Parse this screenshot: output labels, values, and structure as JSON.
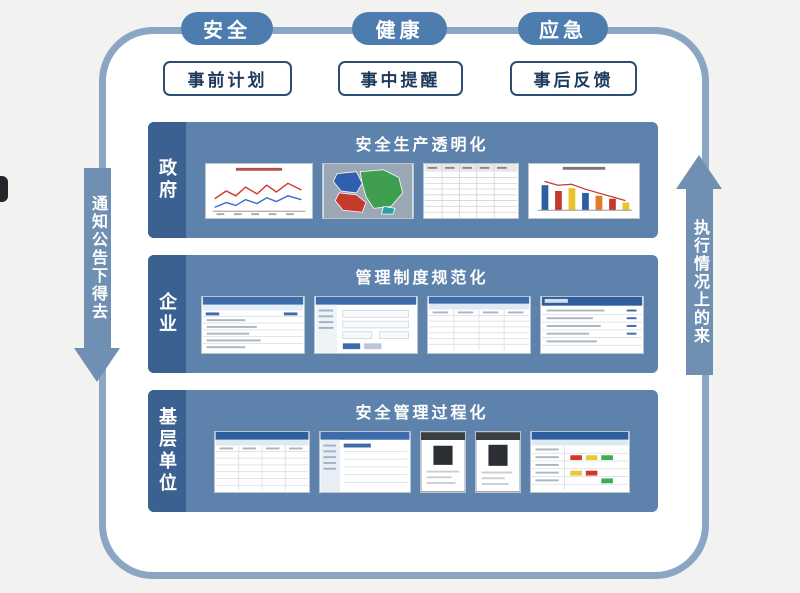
{
  "top_pills": [
    {
      "label": "安全"
    },
    {
      "label": "健康"
    },
    {
      "label": "应急"
    }
  ],
  "phase_boxes": [
    {
      "label": "事前计划"
    },
    {
      "label": "事中提醒"
    },
    {
      "label": "事后反馈"
    }
  ],
  "left_arrow": {
    "text": "通知公告下得去"
  },
  "right_arrow": {
    "text": "执行情况上的来"
  },
  "sections": [
    {
      "label": "政府",
      "title": "安全生产透明化"
    },
    {
      "label": "企业",
      "title": "管理制度规范化"
    },
    {
      "label": "基层单位",
      "title": "安全管理过程化"
    }
  ],
  "thumbnails": {
    "government": [
      "line-chart",
      "region-map",
      "data-table",
      "bar-chart"
    ],
    "enterprise": [
      "app-table-1",
      "app-form",
      "app-table-2",
      "app-list"
    ],
    "grassroots": [
      "app-table-a",
      "app-table-b",
      "mobile-screen-1",
      "mobile-screen-2",
      "status-grid"
    ]
  },
  "colors": {
    "pill_blue": "#4c7dae",
    "section_blue": "#5d82ac",
    "label_strip_blue": "#3a618f",
    "container_border": "#8ba6c4",
    "phase_border": "#2c4d73",
    "arrow_blue": "#7090b3",
    "text_navy": "#1d3a5c"
  }
}
